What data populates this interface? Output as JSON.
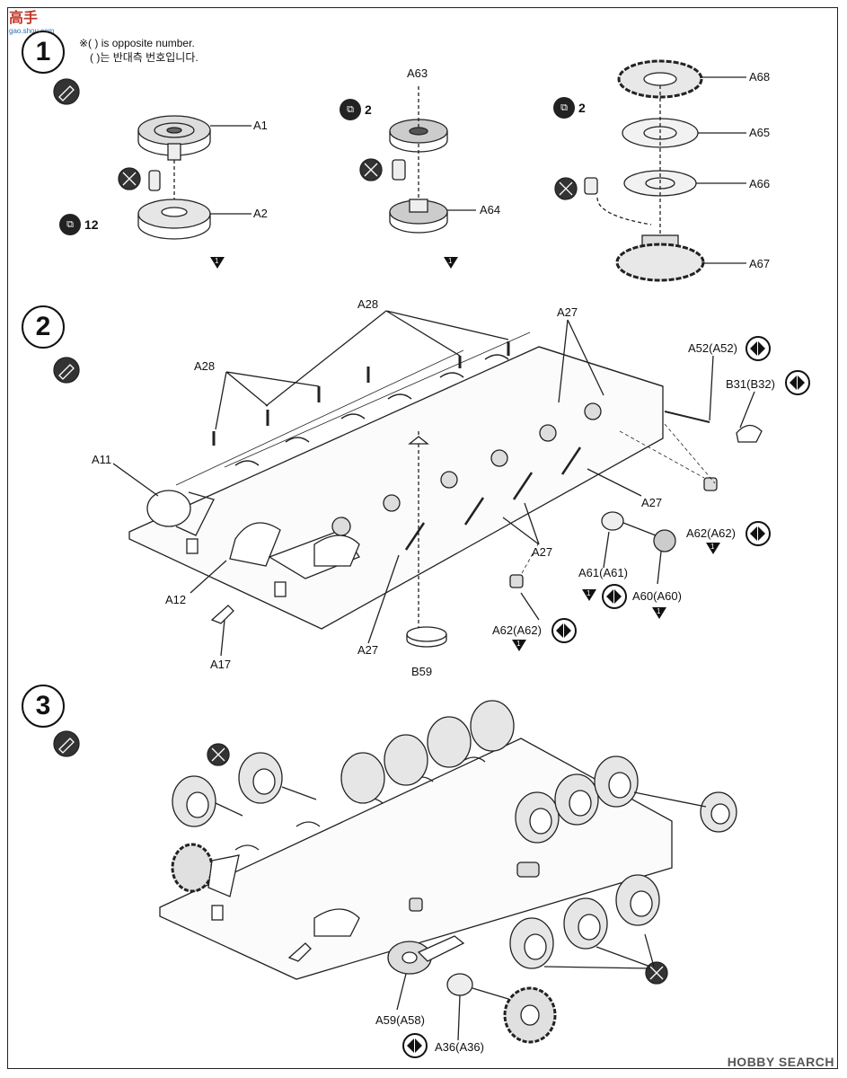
{
  "watermark": {
    "text": "高手",
    "sub": "gao.shou.com"
  },
  "brand": "HOBBY SEARCH",
  "note": {
    "line1": "※( ) is opposite number.",
    "line2": "( )는 반대측 번호입니다."
  },
  "steps": [
    "1",
    "2",
    "3"
  ],
  "step1": {
    "qty_a": "12",
    "qty_b": "2",
    "qty_c": "2",
    "labels": {
      "a1": "A1",
      "a2": "A2",
      "a63": "A63",
      "a64": "A64",
      "a68": "A68",
      "a65": "A65",
      "a66": "A66",
      "a67": "A67"
    }
  },
  "step2": {
    "labels": {
      "a28a": "A28",
      "a28b": "A28",
      "a27a": "A27",
      "a27b": "A27",
      "a27c": "A27",
      "a27d": "A27",
      "a52": "A52(A52)",
      "b31": "B31(B32)",
      "a11": "A11",
      "a12": "A12",
      "a17": "A17",
      "b59": "B59",
      "a62a": "A62(A62)",
      "a62b": "A62(A62)",
      "a61": "A61(A61)",
      "a60": "A60(A60)"
    }
  },
  "step3": {
    "labels": {
      "a59": "A59(A58)",
      "a36": "A36(A36)"
    }
  },
  "marker": "1"
}
